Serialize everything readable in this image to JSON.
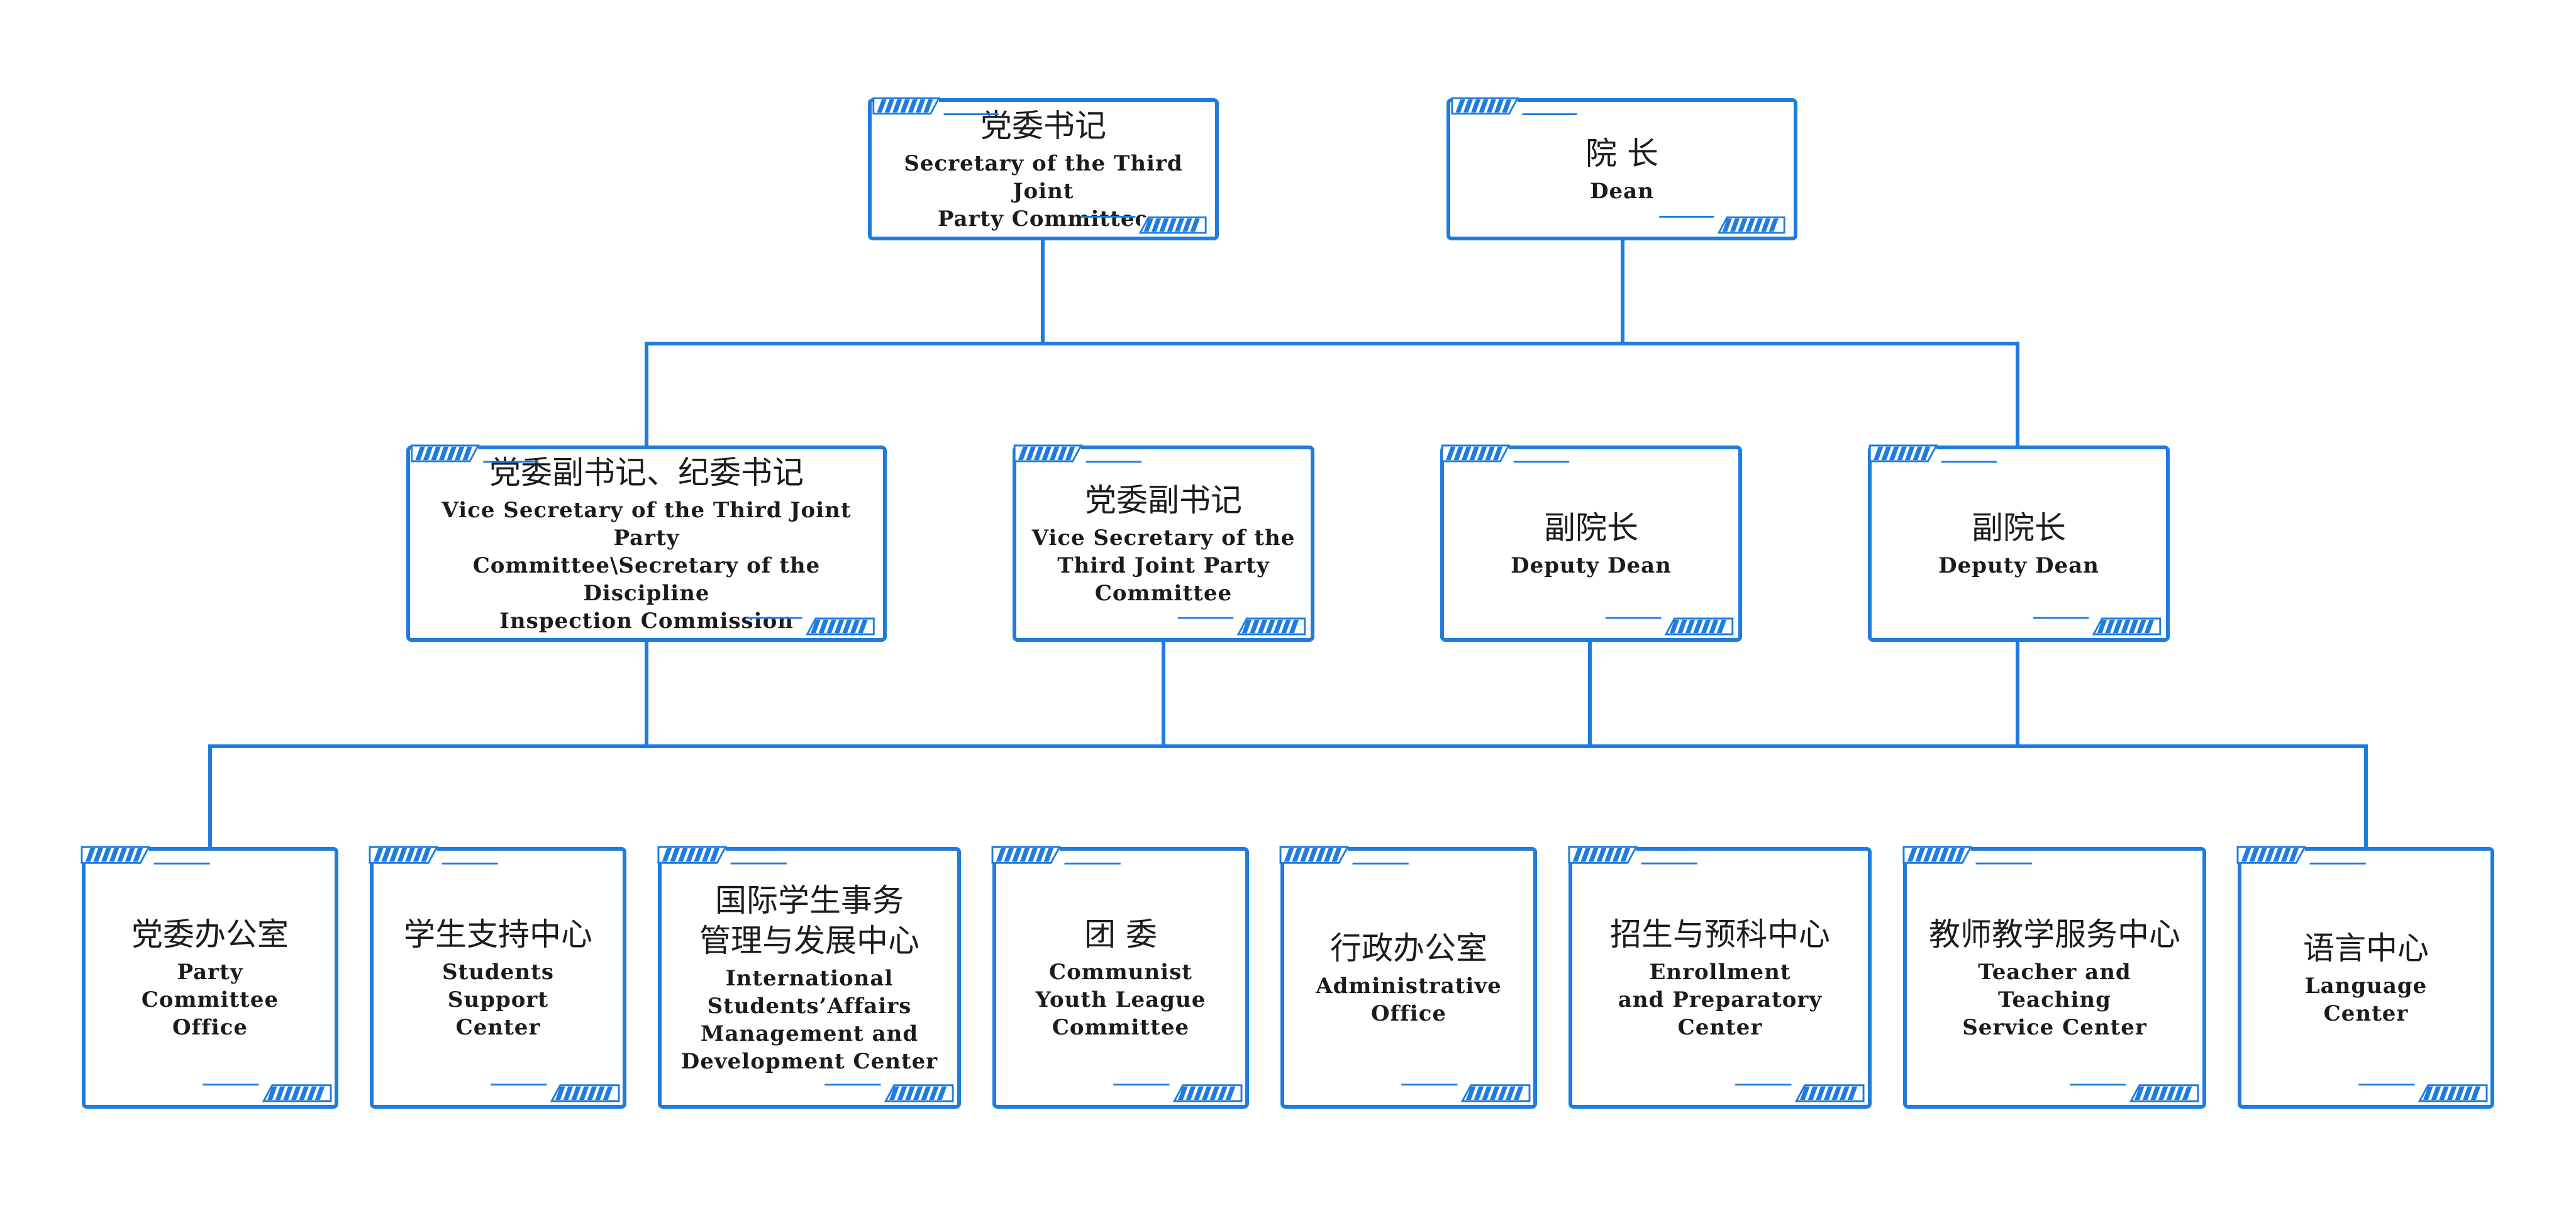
{
  "accent_color": "#1e7be0",
  "nodes": {
    "party_secretary": {
      "cn": "党委书记",
      "en": "Secretary of the Third Joint\nParty Committee"
    },
    "dean": {
      "cn": "院  长",
      "en": "Dean"
    },
    "vice_secretary_discipline": {
      "cn": "党委副书记、纪委书记",
      "en": "Vice Secretary of the Third Joint Party\nCommittee\\Secretary of the Discipline\nInspection Commission"
    },
    "vice_secretary": {
      "cn": "党委副书记",
      "en": "Vice Secretary of the\nThird Joint Party\nCommittee"
    },
    "deputy_dean_1": {
      "cn": "副院长",
      "en": "Deputy Dean"
    },
    "deputy_dean_2": {
      "cn": "副院长",
      "en": "Deputy Dean"
    },
    "party_committee_office": {
      "cn": "党委办公室",
      "en": "Party\nCommittee\nOffice"
    },
    "students_support_center": {
      "cn": "学生支持中心",
      "en": "Students\nSupport\nCenter"
    },
    "international_students_center": {
      "cn": "国际学生事务\n管理与发展中心",
      "en": "International\nStudents’Affairs\nManagement and\nDevelopment Center"
    },
    "youth_league": {
      "cn": "团  委",
      "en": "Communist\nYouth League\nCommittee"
    },
    "administrative_office": {
      "cn": "行政办公室",
      "en": "Administrative\nOffice"
    },
    "enrollment_center": {
      "cn": "招生与预科中心",
      "en": "Enrollment\nand Preparatory\nCenter"
    },
    "teaching_service_center": {
      "cn": "教师教学服务中心",
      "en": "Teacher and\nTeaching\nService Center"
    },
    "language_center": {
      "cn": "语言中心",
      "en": "Language\nCenter"
    }
  }
}
